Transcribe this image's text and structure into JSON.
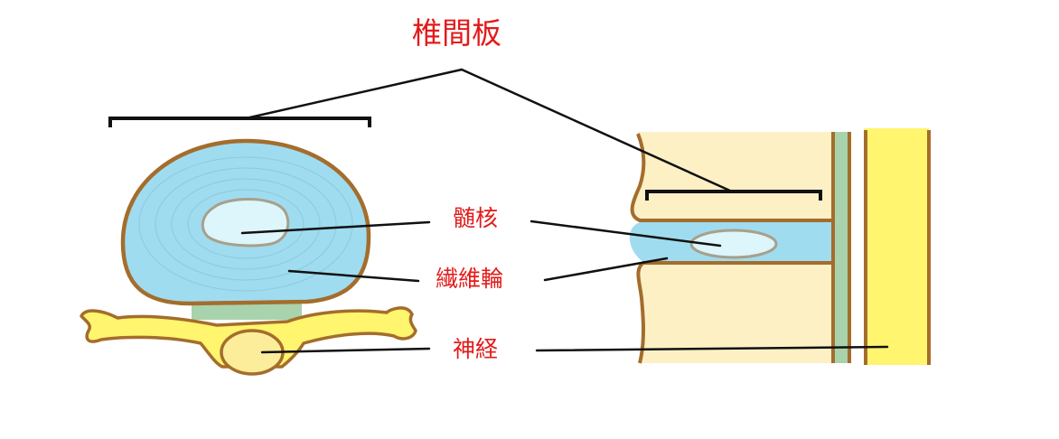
{
  "labels": {
    "intervertebral_disc": "椎間板",
    "nucleus_pulposus": "髄核",
    "annulus_fibrosus": "繊維輪",
    "nerve": "神経"
  },
  "colors": {
    "label_text": "#e31a1a",
    "disc_blue": "#9fdcf0",
    "nucleus": "#dcf6fb",
    "outline_brown": "#a46d2c",
    "vertebra_cream": "#fdf0c5",
    "nerve_yellow": "#fff56e",
    "nerve_pale_yellow": "#fbed9a",
    "ligament_green": "#a9d3ad",
    "leader_line": "#111111"
  }
}
